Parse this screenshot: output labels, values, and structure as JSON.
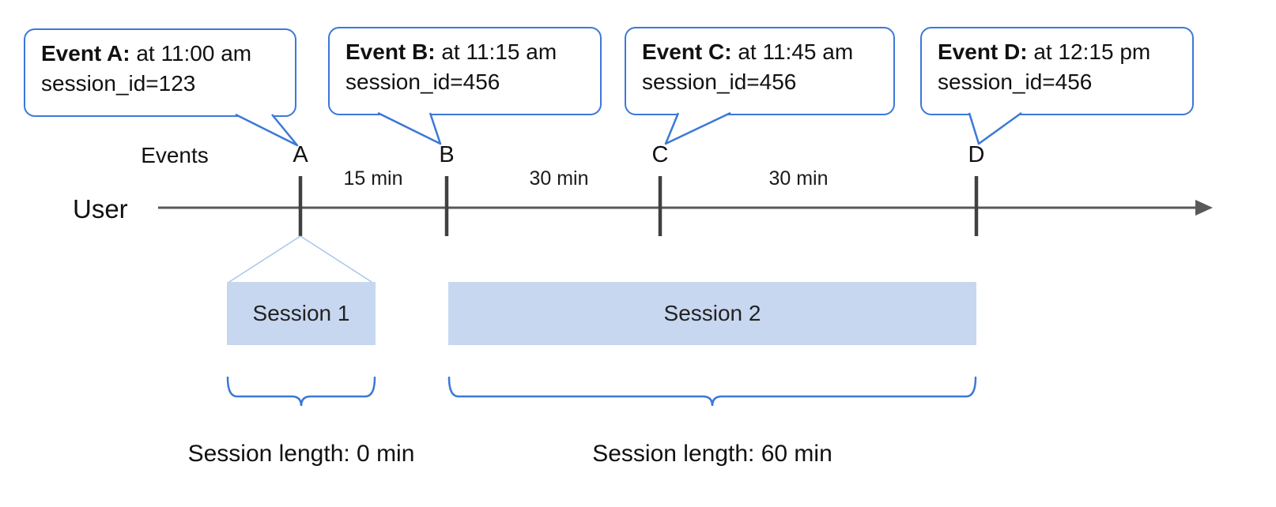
{
  "callouts": [
    {
      "title": "Event A:",
      "time": " at 11:00 am",
      "session_line": "session_id=123"
    },
    {
      "title": "Event B:",
      "time": " at 11:15 am",
      "session_line": "session_id=456"
    },
    {
      "title": "Event C:",
      "time": " at 11:45 am",
      "session_line": "session_id=456"
    },
    {
      "title": "Event D:",
      "time": " at 12:15 pm",
      "session_line": "session_id=456"
    }
  ],
  "timeline": {
    "events_label": "Events",
    "user_label": "User",
    "letters": [
      "A",
      "B",
      "C",
      "D"
    ],
    "intervals": [
      "15 min",
      "30 min",
      "30 min"
    ]
  },
  "sessions": [
    {
      "label": "Session 1",
      "length_label": "Session length: 0 min"
    },
    {
      "label": "Session 2",
      "length_label": "Session length: 60 min"
    }
  ],
  "colors": {
    "accent_blue": "#3c78d8",
    "session_fill": "#c8d7f0",
    "funnel_line": "#a9c5ec",
    "timeline_gray": "#595959",
    "tick_dark": "#404040"
  }
}
